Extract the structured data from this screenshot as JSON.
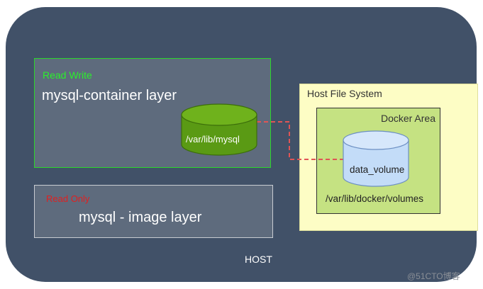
{
  "host": {
    "label": "HOST"
  },
  "container_layer": {
    "badge": "Read Write",
    "title": "mysql-container layer",
    "volume_path": "/var/lib/mysql"
  },
  "image_layer": {
    "badge": "Read Only",
    "title": "mysql - image layer"
  },
  "host_fs": {
    "label": "Host File System",
    "docker_area": {
      "label": "Docker Area",
      "volume_name": "data_volume",
      "path": "/var/lib/docker/volumes"
    }
  },
  "watermark": "@51CTO博客",
  "colors": {
    "host_bg": "#415168",
    "layer_bg": "#5e6b7d",
    "read_write": "#2bf02b",
    "read_only": "#e02020",
    "host_fs_bg": "#fdfdc5",
    "docker_area_bg": "#c5e282",
    "green_cylinder": "#5a9a14",
    "blue_cylinder": "#c3dcf8",
    "connector": "#e05555"
  }
}
